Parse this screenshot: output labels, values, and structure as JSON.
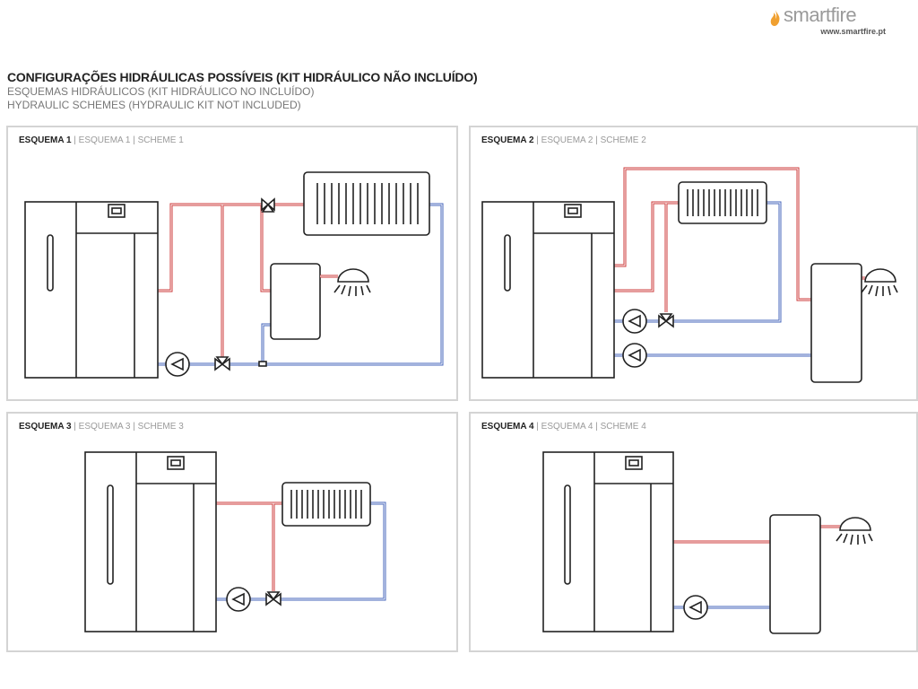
{
  "brand": {
    "name": "smartfire",
    "url": "www.smartfire.pt",
    "flame_color": "#f0a030"
  },
  "header": {
    "title_pt": "CONFIGURAÇÕES HIDRÁULICAS POSSÍVEIS (KIT HIDRÁULICO NÃO INCLUÍDO)",
    "title_es": "ESQUEMAS HIDRÁULICOS (KIT HIDRÁULICO NO INCLUÍDO)",
    "title_en": "HYDRAULIC SCHEMES (HYDRAULIC KIT NOT INCLUDED)"
  },
  "schemes": [
    {
      "label_main": "ESQUEMA 1",
      "label_rest": " | ESQUEMA 1 | SCHEME 1"
    },
    {
      "label_main": "ESQUEMA 2",
      "label_rest": " | ESQUEMA 2 | SCHEME 2"
    },
    {
      "label_main": "ESQUEMA 3",
      "label_rest": " | ESQUEMA 3 | SCHEME 3"
    },
    {
      "label_main": "ESQUEMA 4",
      "label_rest": " | ESQUEMA 4 | SCHEME 4"
    }
  ],
  "colors": {
    "hot_pipe": "#cc3a3a",
    "cold_pipe": "#4466bb",
    "panel_border": "#d4d4d4"
  },
  "icons": [
    "boiler-icon",
    "radiator-icon",
    "water-tank-icon",
    "shower-icon",
    "pump-icon",
    "three-way-valve-icon"
  ]
}
